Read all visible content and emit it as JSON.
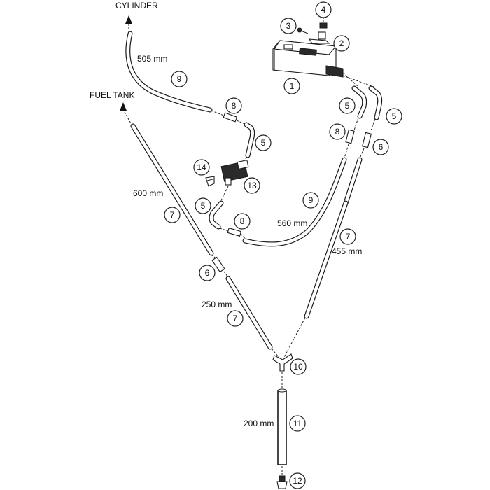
{
  "labels": {
    "cylinder": "CYLINDER",
    "fuel_tank": "FUEL TANK",
    "len_505": "505 mm",
    "len_600": "600 mm",
    "len_560": "560 mm",
    "len_455": "455 mm",
    "len_250": "250 mm",
    "len_200": "200 mm"
  },
  "callouts": [
    "1",
    "2",
    "3",
    "4",
    "5",
    "5",
    "5",
    "5",
    "6",
    "6",
    "7",
    "7",
    "7",
    "8",
    "8",
    "8",
    "9",
    "9",
    "10",
    "11",
    "12",
    "13",
    "14"
  ]
}
